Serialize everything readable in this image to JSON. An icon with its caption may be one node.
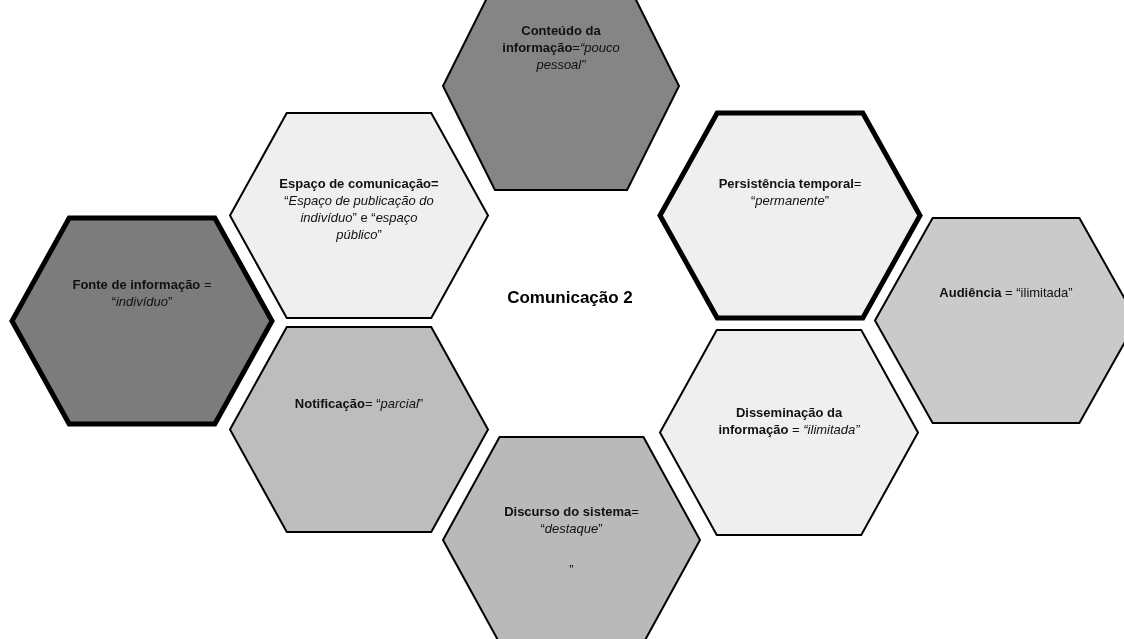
{
  "diagram": {
    "nodes": [
      {
        "text": [
          "**Conteúdo da informação**=*“pouco pessoal”*"
        ]
      },
      {
        "text": [
          "**Espaço de comunicação=** “*Espaço de publicação do indivíduo*” e “*espaço público*”"
        ]
      },
      {
        "text": [
          "**Persistência temporal**= “*permanente*”"
        ]
      },
      {
        "text": [
          "**Fonte de informação** = “*indivíduo*”"
        ]
      },
      {
        "text": [
          "**Audiência** = “ilimitada”"
        ]
      },
      {
        "text": [
          "**Notificação**= “*parcial*”"
        ]
      },
      {
        "text": [
          "**Disseminação da informação** = *“ilimitada”*"
        ]
      },
      {
        "text": [
          "**Discurso do sistema**= “*destaque*”",
          "”"
        ]
      }
    ],
    "labels": [
      "Comunicação 2"
    ]
  }
}
